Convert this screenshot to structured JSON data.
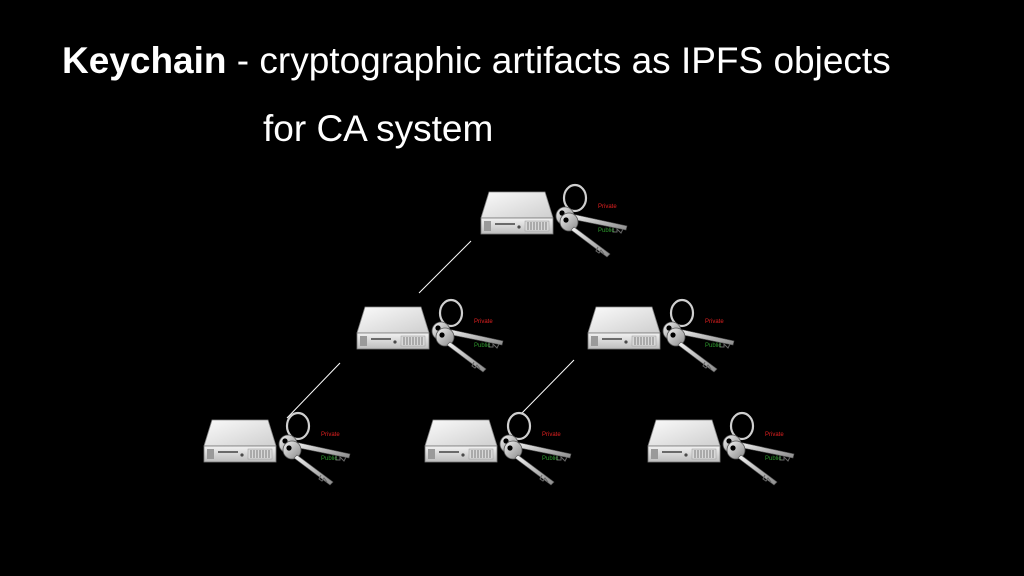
{
  "slide": {
    "title_strong": "Keychain",
    "title_rest": " - cryptographic artifacts as IPFS objects",
    "subtitle": "for CA system"
  },
  "diagram": {
    "nodes": [
      {
        "id": "root",
        "icon": "server-with-keys-icon",
        "private_label": "Private",
        "public_label": "Public"
      },
      {
        "id": "mid-left",
        "icon": "server-with-keys-icon",
        "private_label": "Private",
        "public_label": "Public"
      },
      {
        "id": "mid-right",
        "icon": "server-with-keys-icon",
        "private_label": "Private",
        "public_label": "Public"
      },
      {
        "id": "leaf-left",
        "icon": "server-with-keys-icon",
        "private_label": "Private",
        "public_label": "Public"
      },
      {
        "id": "leaf-center",
        "icon": "server-with-keys-icon",
        "private_label": "Private",
        "public_label": "Public"
      },
      {
        "id": "leaf-right",
        "icon": "server-with-keys-icon",
        "private_label": "Private",
        "public_label": "Public"
      }
    ],
    "edges": [
      {
        "from": "root",
        "to": "mid-left"
      },
      {
        "from": "mid-left",
        "to": "leaf-left"
      },
      {
        "from": "mid-right",
        "to": "leaf-center"
      }
    ],
    "colors": {
      "private_text": "#e02020",
      "public_text": "#2e9a2e",
      "edge": "#ffffff",
      "background": "#000000"
    }
  }
}
